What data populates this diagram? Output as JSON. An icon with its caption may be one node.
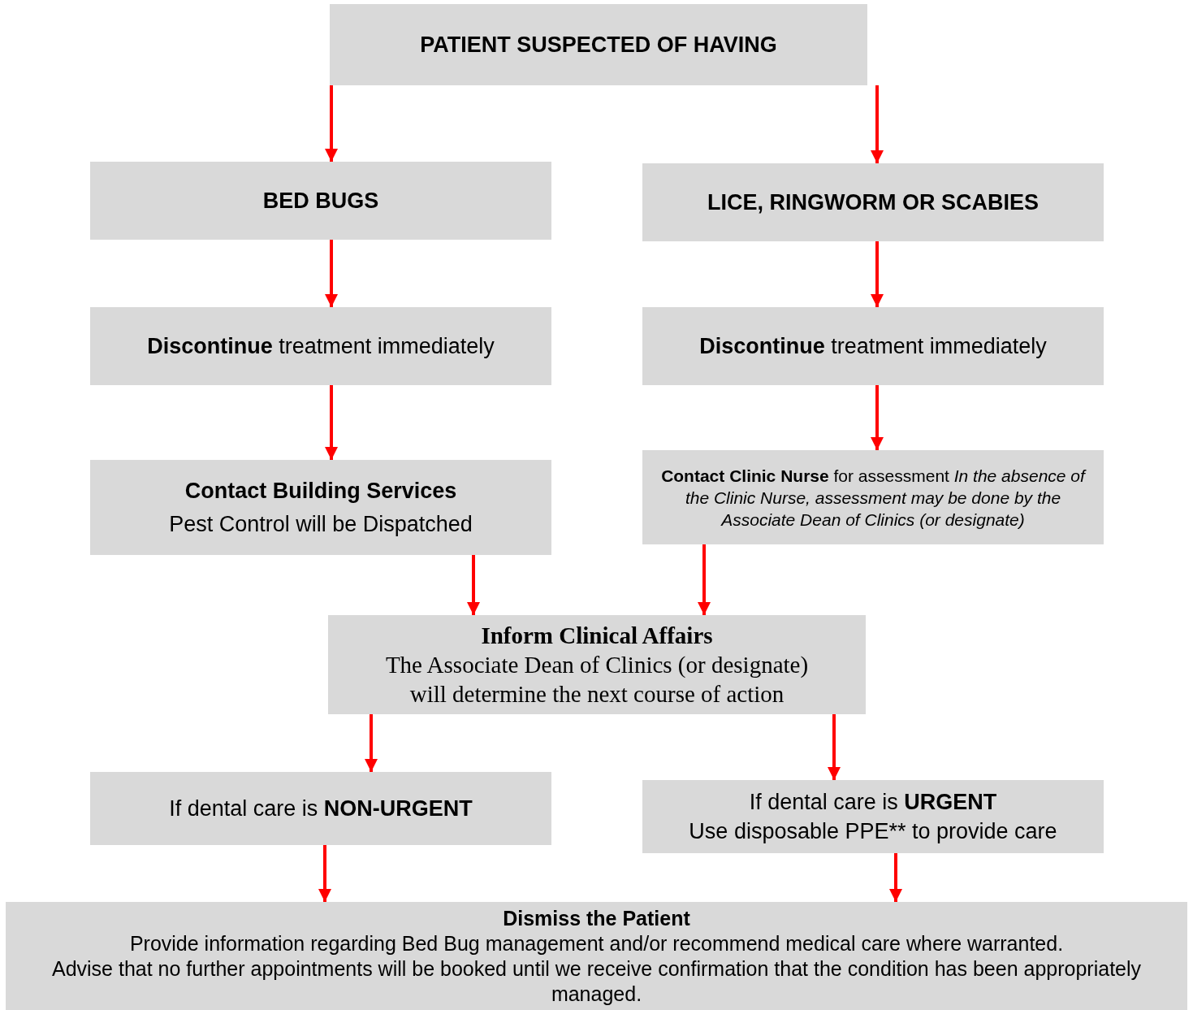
{
  "diagram": {
    "nodes": [
      {
        "text": [
          "PATIENT SUSPECTED OF HAVING"
        ]
      },
      {
        "text": [
          "BED BUGS"
        ]
      },
      {
        "text": [
          "LICE, RINGWORM OR SCABIES"
        ]
      },
      {
        "text": [
          "**Discontinue** treatment immediately"
        ]
      },
      {
        "text": [
          "**Discontinue** treatment immediately"
        ]
      },
      {
        "text": [
          "Contact Building Services",
          "Pest Control will be Dispatched"
        ]
      },
      {
        "text": [
          "**Contact Clinic Nurse** for assessment *In the absence of the Clinic Nurse, assessment may be done by the Associate Dean of Clinics (or designate)*"
        ]
      },
      {
        "text": [
          "Inform Clinical Affairs",
          "The Associate Dean of Clinics (or designate) will determine the next course of action"
        ]
      },
      {
        "text": [
          "If dental care is **NON-URGENT**"
        ]
      },
      {
        "text": [
          "If dental care is **URGENT**",
          "Use disposable PPE** to provide care"
        ]
      },
      {
        "text": [
          "Dismiss the Patient",
          "Provide information regarding Bed Bug management and/or recommend medical care where warranted.",
          "Advise that no further appointments will be booked until we receive confirmation that the condition has been appropriately managed."
        ]
      }
    ],
    "edges": [
      {
        "from": 0,
        "to": 1,
        "arrow": "to"
      },
      {
        "from": 0,
        "to": 2,
        "arrow": "to"
      },
      {
        "from": 1,
        "to": 3,
        "arrow": "to"
      },
      {
        "from": 2,
        "to": 4,
        "arrow": "to"
      },
      {
        "from": 3,
        "to": 5,
        "arrow": "to"
      },
      {
        "from": 4,
        "to": 6,
        "arrow": "to"
      },
      {
        "from": 5,
        "to": 7,
        "arrow": "to"
      },
      {
        "from": 6,
        "to": 7,
        "arrow": "to"
      },
      {
        "from": 7,
        "to": 8,
        "arrow": "to"
      },
      {
        "from": 7,
        "to": 9,
        "arrow": "to"
      },
      {
        "from": 8,
        "to": 10,
        "arrow": "to"
      },
      {
        "from": 9,
        "to": 10,
        "arrow": "to"
      }
    ]
  }
}
